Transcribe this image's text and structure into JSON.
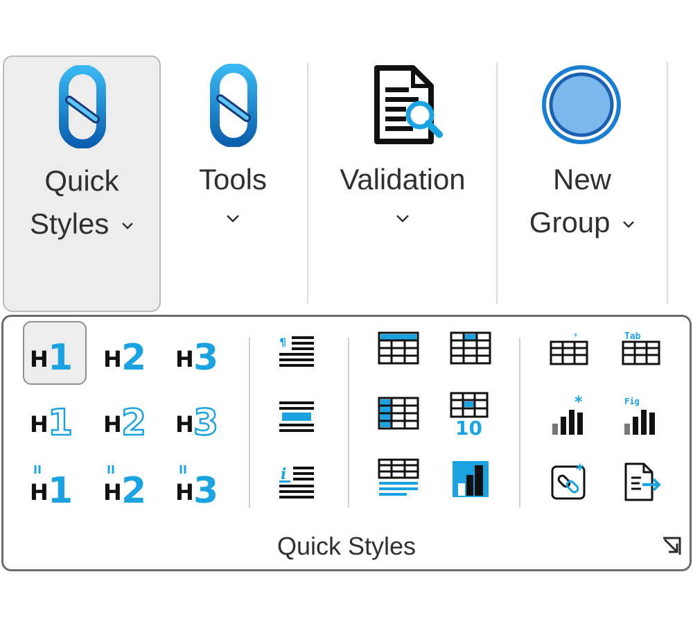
{
  "ribbon": {
    "buttons": [
      {
        "line1": "Quick",
        "line2": "Styles",
        "icon": "link-icon",
        "active": true
      },
      {
        "line1": "Tools",
        "line2": "",
        "icon": "link-icon",
        "active": false
      },
      {
        "line1": "Validation",
        "line2": "",
        "icon": "document-search-icon",
        "active": false
      },
      {
        "line1": "New",
        "line2": "Group",
        "icon": "circle-icon",
        "active": false
      }
    ]
  },
  "gallery": {
    "group_label": "Quick Styles",
    "headings": {
      "h": "H",
      "numbers": [
        "1",
        "2",
        "3"
      ]
    },
    "table_number": "10",
    "figure_caption_text": "Fig",
    "table_caption_text": "Tab"
  },
  "colors": {
    "accent": "#1aa3e0",
    "dark": "#111111",
    "active_bg": "#ededed"
  }
}
